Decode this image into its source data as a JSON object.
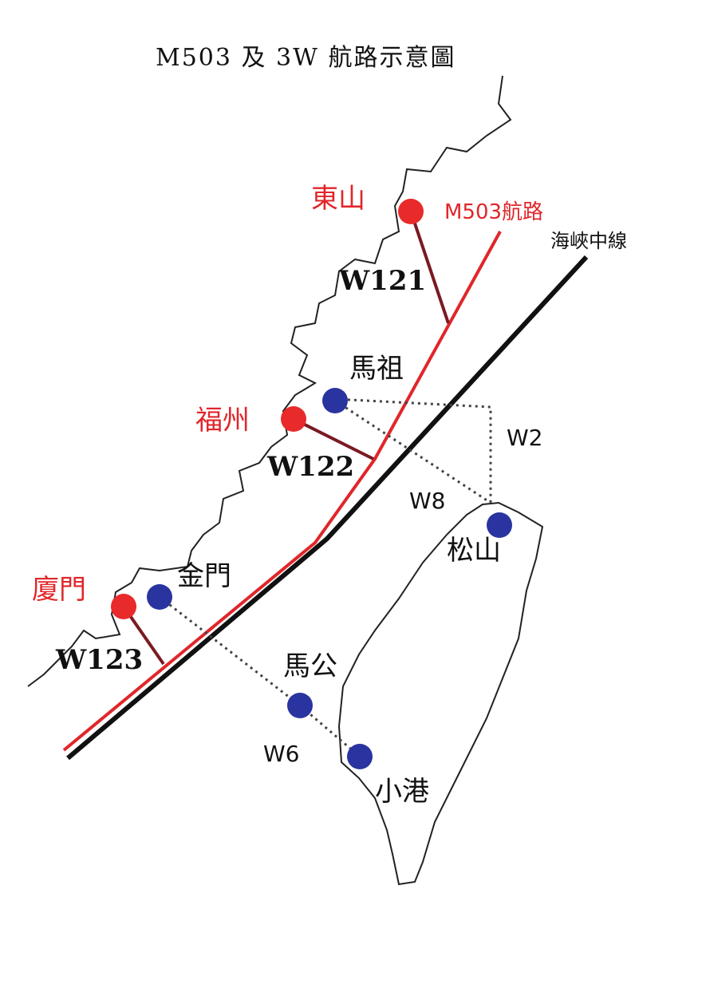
{
  "title": "M503 及 3W 航路示意圖",
  "legend": {
    "m503": "M503航路",
    "median": "海峽中線"
  },
  "colors": {
    "m503": "#e0262a",
    "median": "#111111",
    "w_routes": "#7a1a22",
    "port_red": "#e82a2a",
    "port_blue": "#2a34a0"
  },
  "china_ports": [
    {
      "name": "東山"
    },
    {
      "name": "福州"
    },
    {
      "name": "廈門"
    }
  ],
  "taiwan_ports": [
    {
      "name": "馬祖"
    },
    {
      "name": "金門"
    },
    {
      "name": "松山"
    },
    {
      "name": "馬公"
    },
    {
      "name": "小港"
    }
  ],
  "routes": {
    "w121": "W121",
    "w122": "W122",
    "w123": "W123",
    "w2": "W2",
    "w8": "W8",
    "w6": "W6"
  }
}
